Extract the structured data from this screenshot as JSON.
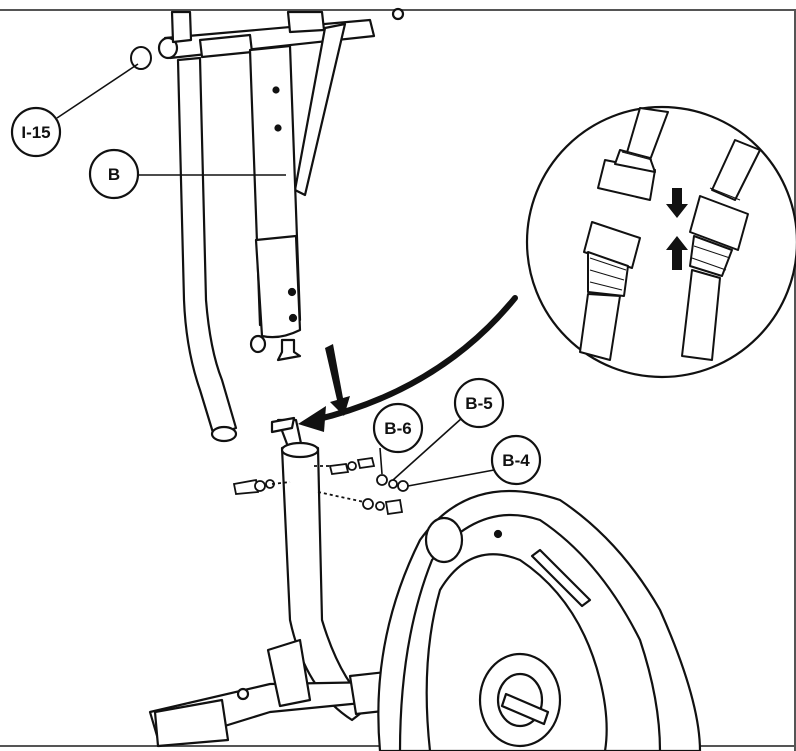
{
  "diagram": {
    "callouts": {
      "i15": "I-15",
      "b": "B",
      "b6": "B-6",
      "b5": "B-5",
      "b4": "B-4"
    }
  },
  "colors": {
    "line": "#111111",
    "background": "#ffffff",
    "border": "#555555"
  }
}
